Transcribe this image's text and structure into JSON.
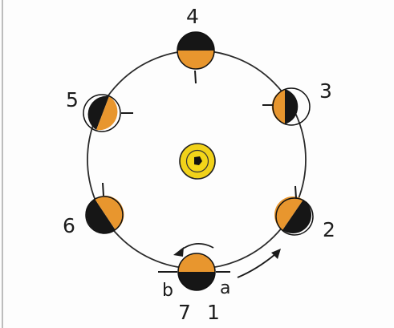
{
  "diagram": {
    "positions": [
      {
        "number": "4"
      },
      {
        "number": "3"
      },
      {
        "number": "2"
      },
      {
        "number": "1"
      },
      {
        "number": "7"
      },
      {
        "number": "6"
      },
      {
        "number": "5"
      }
    ],
    "side_labels": {
      "left": "b",
      "right": "a"
    },
    "colors": {
      "dark_half": "#161616",
      "lit_half": "#e8962e",
      "sun_fill": "#f1d21a",
      "sun_core": "#111111",
      "orbit": "#2a2a2a"
    }
  }
}
